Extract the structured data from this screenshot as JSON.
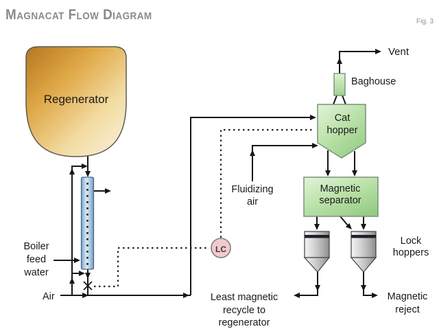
{
  "header": {
    "title": "Magnacat Flow Diagram",
    "figure_label": "Fig. 3"
  },
  "palette": {
    "regenerator_orange": "#dfa847",
    "process_green": "#bce2aa",
    "riser_tube_blue": "#d9eaf7",
    "controller_pink": "#f2cacd",
    "lock_hopper_gray": "#c9c9c9",
    "line_black": "#161616",
    "title_gray": "#8a8a8a"
  },
  "equipment": {
    "regenerator": {
      "label": "Regenerator"
    },
    "level_controller": {
      "label": "LC"
    },
    "cat_hopper": {
      "line1": "Cat",
      "line2": "hopper"
    },
    "baghouse": {
      "label": "Baghouse"
    },
    "magnetic_separator": {
      "line1": "Magnetic",
      "line2": "separator"
    },
    "lock_hoppers": {
      "line1": "Lock",
      "line2": "hoppers"
    }
  },
  "streams": {
    "boiler_feed_water": {
      "line1": "Boiler",
      "line2": "feed",
      "line3": "water"
    },
    "air": {
      "label": "Air"
    },
    "fluidizing_air": {
      "line1": "Fluidizing",
      "line2": "air"
    },
    "vent": {
      "label": "Vent"
    },
    "least_magnetic_recycle": {
      "line1": "Least magnetic",
      "line2": "recycle to",
      "line3": "regenerator"
    },
    "magnetic_reject": {
      "line1": "Magnetic",
      "line2": "reject"
    }
  }
}
